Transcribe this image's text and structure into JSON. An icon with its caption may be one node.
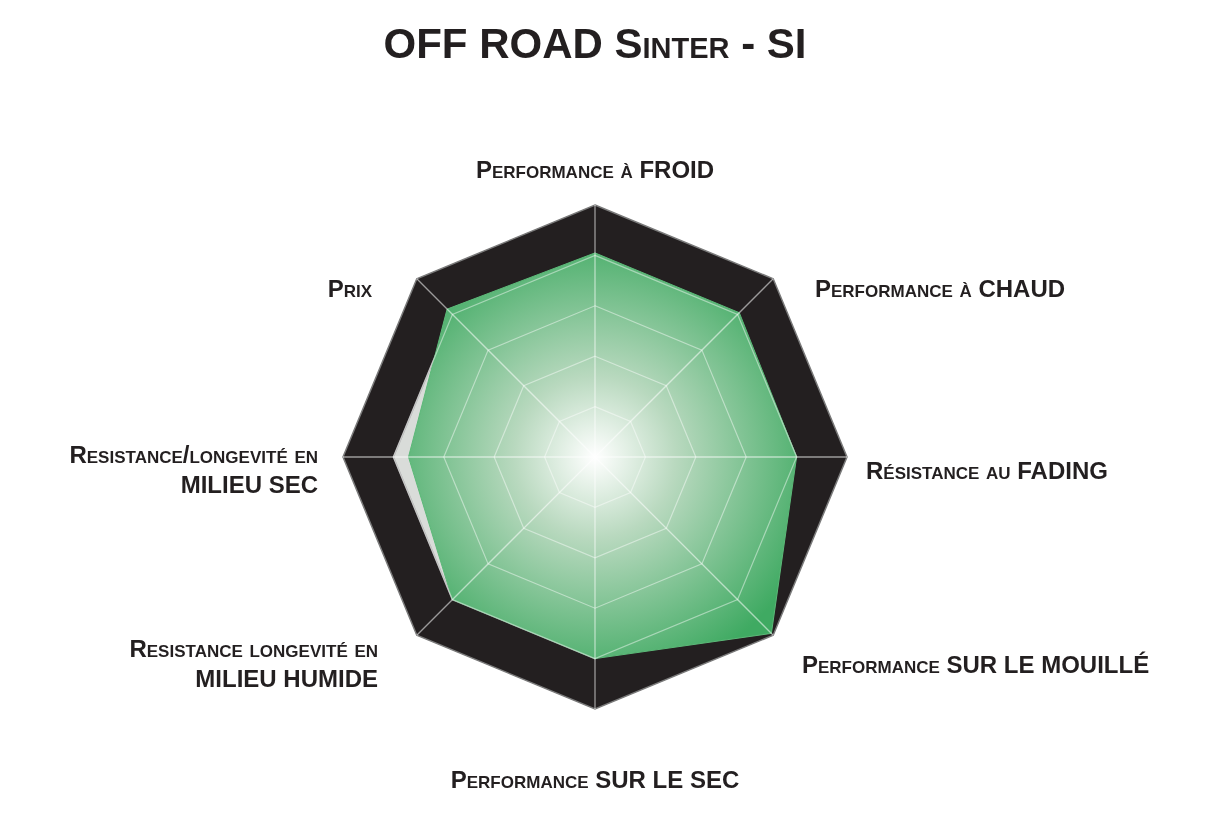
{
  "diagram": {
    "title": "OFF ROAD Sinter - SI",
    "labels": [
      "Performance à FROID",
      "Prix",
      "Performance à CHAUD",
      "Resistance/longevité en MILIEU SEC",
      "Résistance au FADING",
      "Resistance longevité en MILIEU HUMIDE",
      "Performance SUR LE MOUILLÉ",
      "Performance SUR LE SEC"
    ]
  }
}
